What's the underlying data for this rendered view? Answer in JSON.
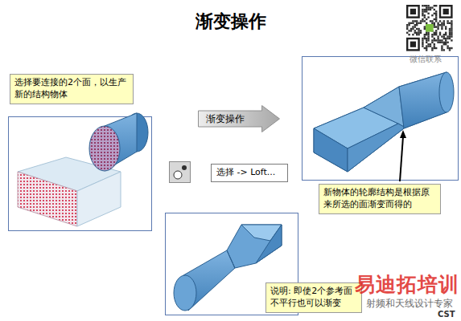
{
  "diagram": {
    "title": "渐变操作",
    "nodes": [
      {
        "text": [
          "选择要连接的2个面，以生产新的结构物体"
        ]
      },
      {
        "text": [
          "渐变操作"
        ]
      },
      {
        "text": [
          "选择 -> Loft..."
        ]
      },
      {
        "text": [
          "新物体的轮廓结构是根据原来所选的面渐变而得的"
        ]
      },
      {
        "text": [
          "说明: 即使2个参考面不平行也可以渐变"
        ]
      }
    ],
    "labels": [
      "微信联系",
      "易迪拓培训",
      "射频和天线设计专家",
      "CST"
    ]
  }
}
